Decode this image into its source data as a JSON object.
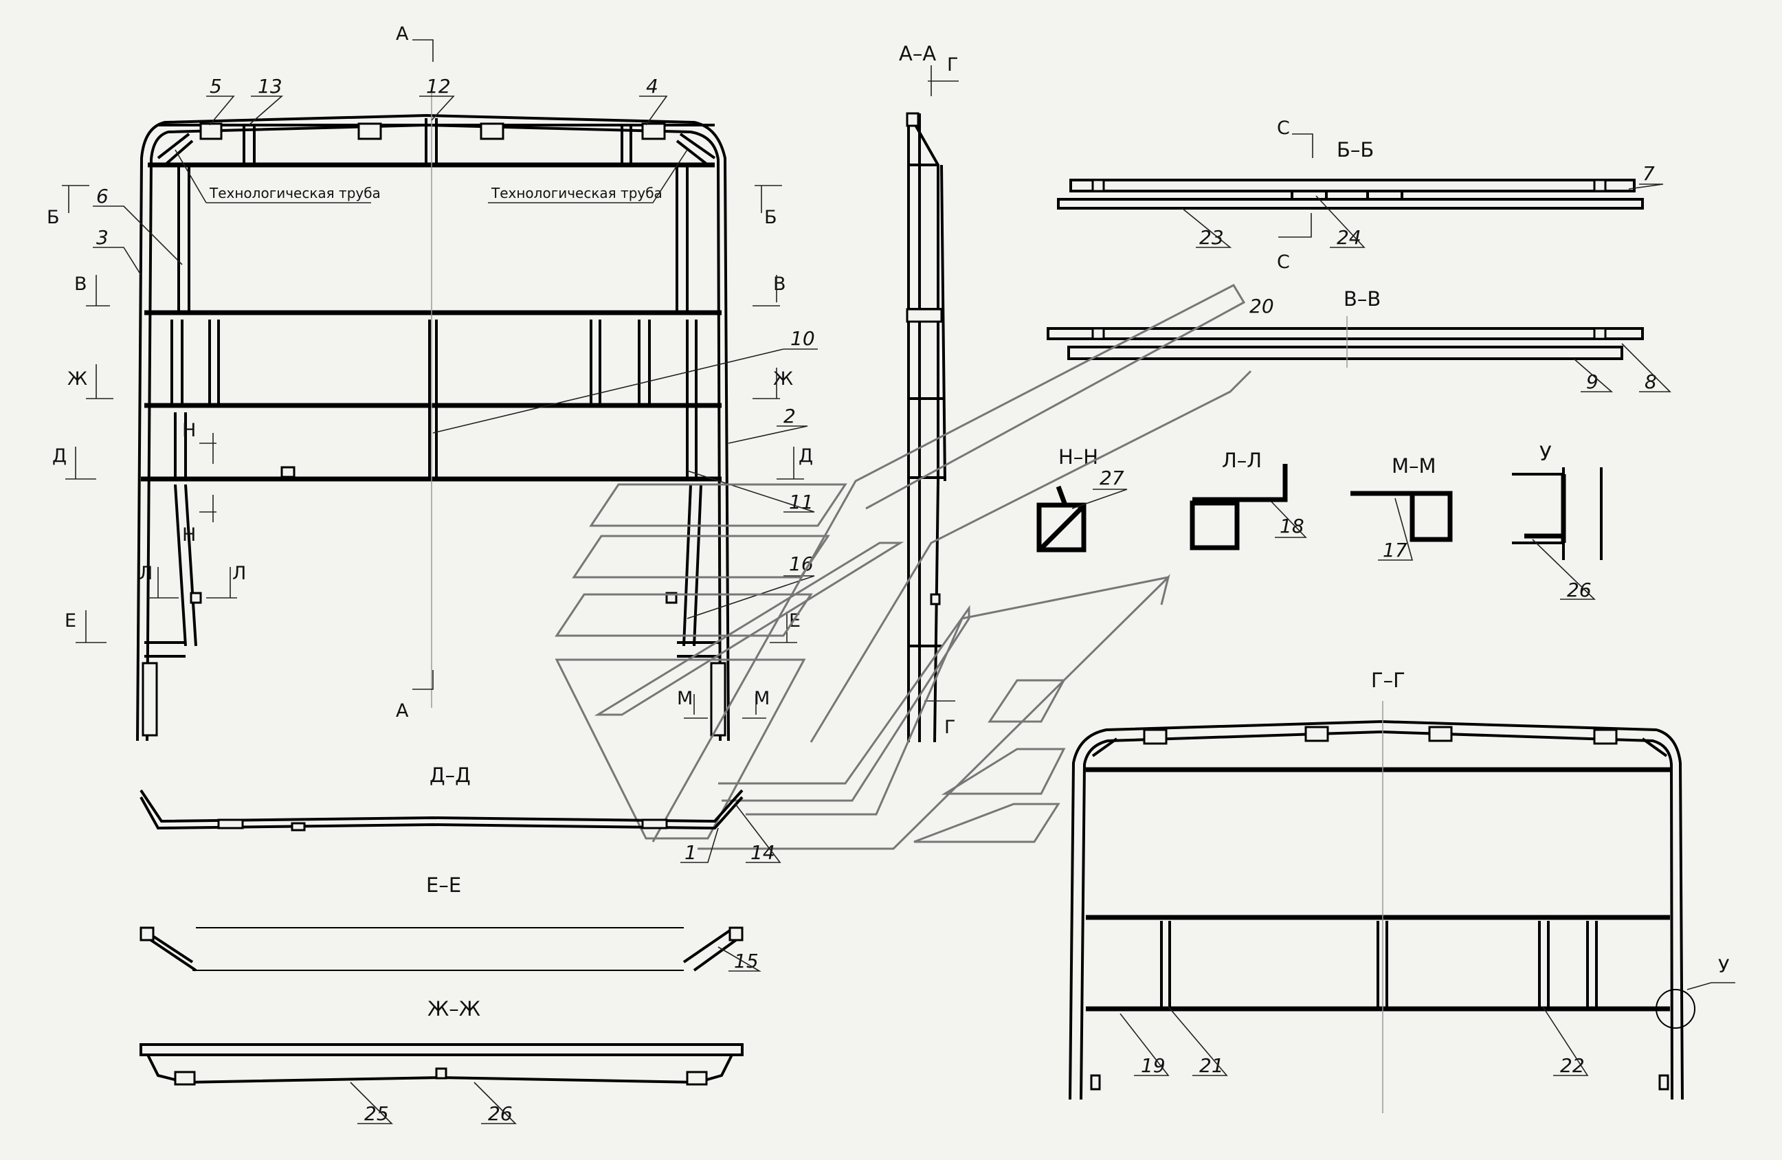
{
  "sections": {
    "a_a": "А–А",
    "b_b": "Б–Б",
    "v_v": "В–В",
    "g_g": "Г–Г",
    "d_d": "Д–Д",
    "e_e": "Е–Е",
    "zh_zh": "Ж–Ж",
    "n_n": "Н–Н",
    "l_l": "Л–Л",
    "m_m": "М–М",
    "u": "У"
  },
  "cut_letters": {
    "A": "А",
    "B": "Б",
    "V": "В",
    "G": "Г",
    "D": "Д",
    "E": "Е",
    "ZH": "Ж",
    "N": "Н",
    "L": "Л",
    "M": "М",
    "S": "С",
    "U": "У"
  },
  "notes": {
    "tech_pipe": "Технологическая труба"
  },
  "parts": {
    "p1": "1",
    "p2": "2",
    "p3": "3",
    "p4": "4",
    "p5": "5",
    "p6": "6",
    "p7": "7",
    "p8": "8",
    "p9": "9",
    "p10": "10",
    "p11": "11",
    "p12": "12",
    "p13": "13",
    "p14": "14",
    "p15": "15",
    "p16": "16",
    "p17": "17",
    "p18": "18",
    "p19": "19",
    "p20": "20",
    "p21": "21",
    "p22": "22",
    "p23": "23",
    "p24": "24",
    "p25": "25",
    "p26": "26",
    "p27": "27"
  }
}
